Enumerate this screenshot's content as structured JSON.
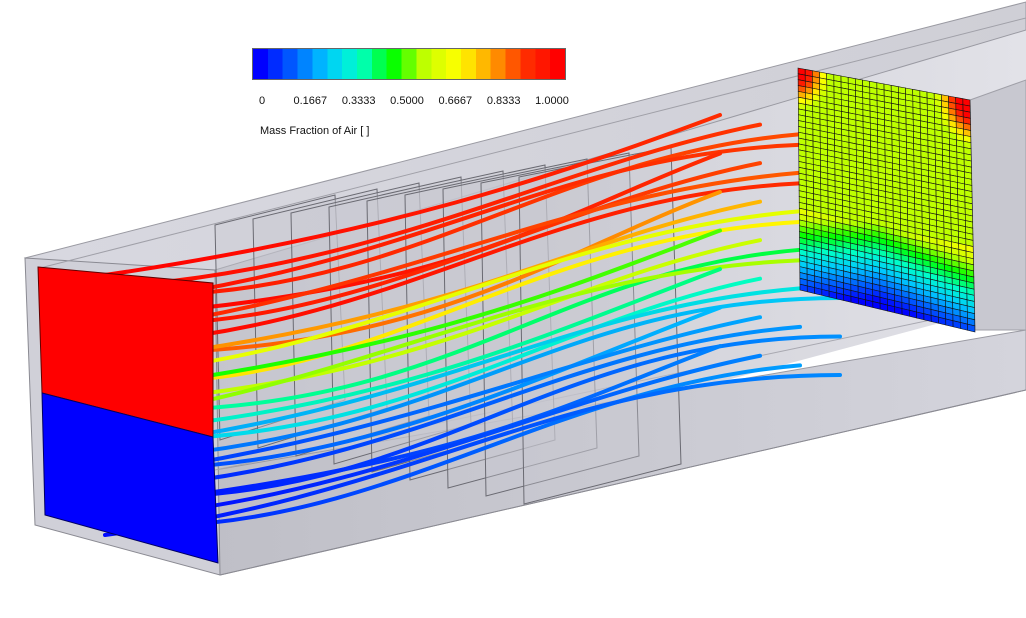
{
  "legend": {
    "title": "Mass Fraction of Air [ ]",
    "ticks": [
      "0",
      "0.1667",
      "0.3333",
      "0.5000",
      "0.6667",
      "0.8333",
      "1.0000"
    ],
    "min": 0,
    "max": 1,
    "colormap": [
      "#0000ff",
      "#0060ff",
      "#00c8ff",
      "#00ffc8",
      "#00ff00",
      "#c8ff00",
      "#ffff00",
      "#ffa000",
      "#ff3000",
      "#ff0000"
    ]
  },
  "colors": {
    "inlet_top": "#ff0000",
    "inlet_bottom": "#0000ff",
    "duct_face": "#d6d6de",
    "duct_inner": "#c2c2ca"
  },
  "scene": {
    "inlet_top_value": 1.0,
    "inlet_bottom_value": 0.0,
    "streamline_values": [
      1.0,
      0.98,
      0.95,
      0.97,
      1.0,
      0.96,
      0.93,
      0.99,
      0.85,
      0.8,
      0.62,
      0.7,
      0.45,
      0.55,
      0.35,
      0.52,
      0.3,
      0.25,
      0.18,
      0.12,
      0.08,
      0.05,
      0.03,
      0.02,
      0.0,
      0.0,
      0.04,
      0.01
    ],
    "outlet_plane_values": "mixed"
  }
}
